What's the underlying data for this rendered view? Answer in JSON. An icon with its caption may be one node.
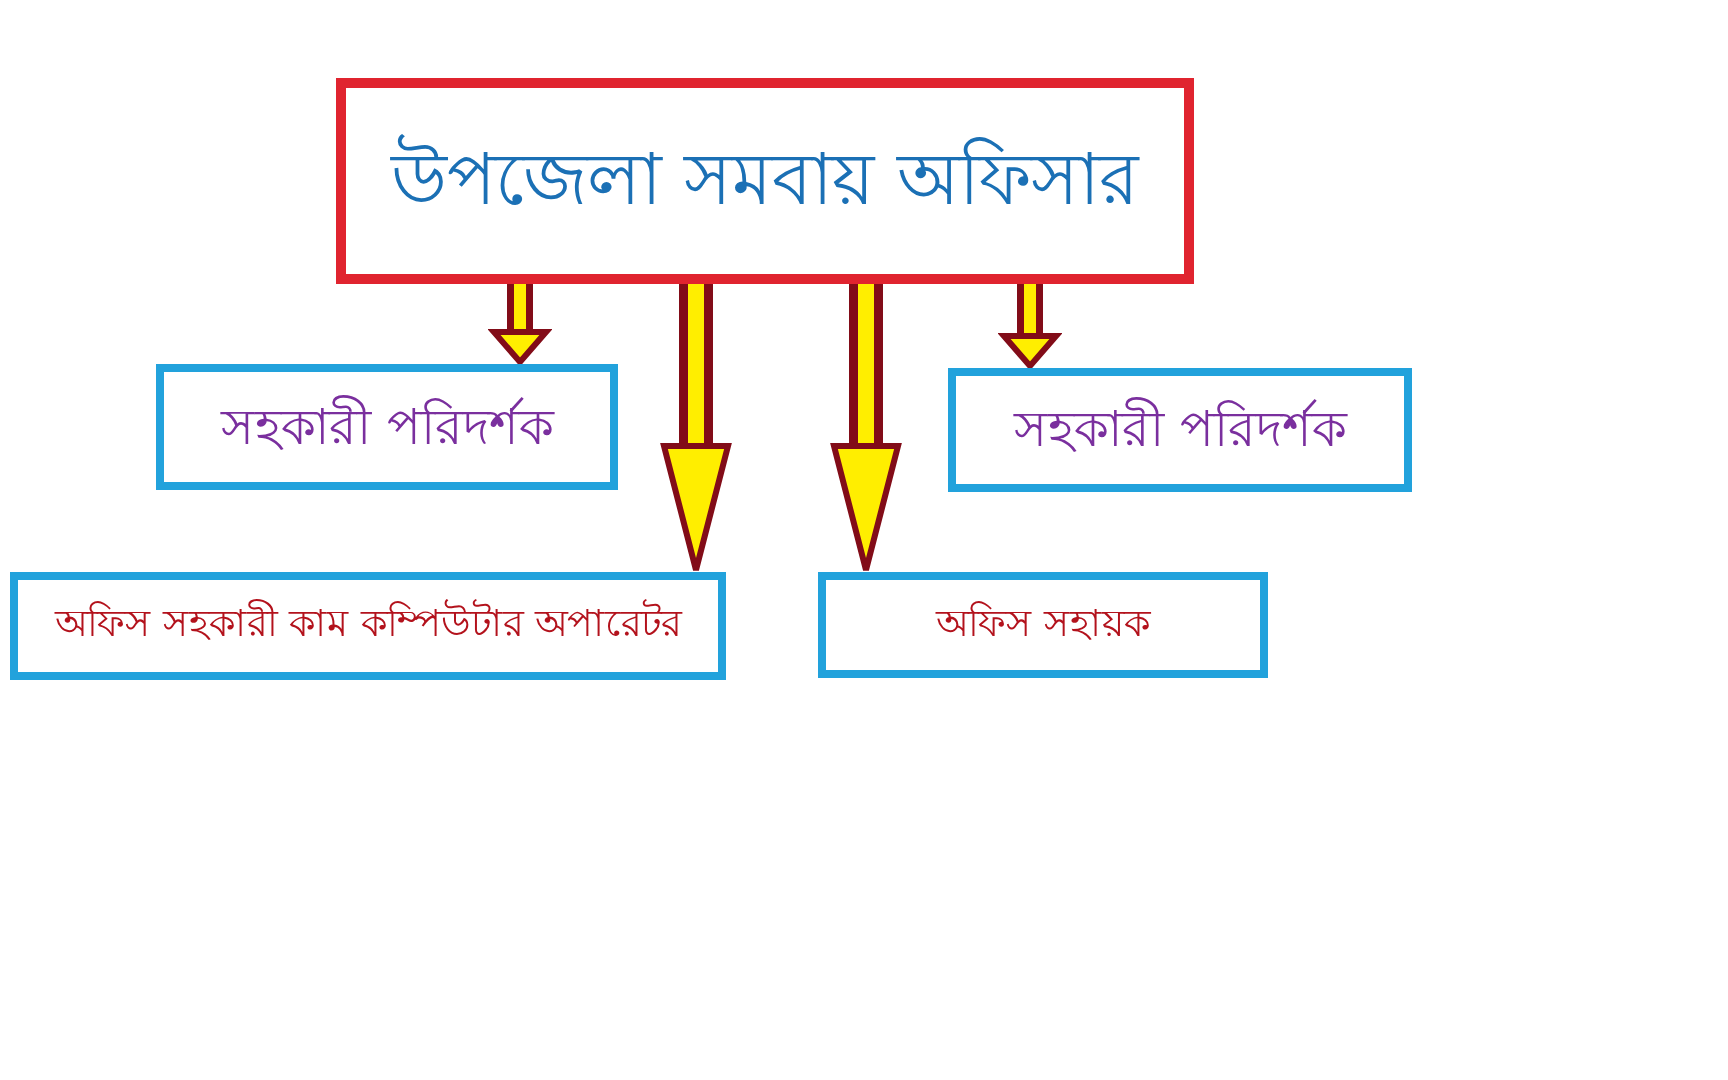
{
  "diagram": {
    "nodes": [
      {
        "text": [
          "উপজেলা সমবায় অফিসার"
        ]
      },
      {
        "text": [
          "সহকারী পরিদর্শক"
        ]
      },
      {
        "text": [
          "সহকারী পরিদর্শক"
        ]
      },
      {
        "text": [
          "অফিস সহকারী কাম কম্পিউটার অপারেটর"
        ]
      },
      {
        "text": [
          "অফিস সহায়ক"
        ]
      }
    ],
    "edges": [
      {
        "from": 0,
        "to": 1,
        "arrow": "to"
      },
      {
        "from": 0,
        "to": 3,
        "arrow": "to"
      },
      {
        "from": 0,
        "to": 4,
        "arrow": "to"
      },
      {
        "from": 0,
        "to": 2,
        "arrow": "to"
      }
    ]
  }
}
